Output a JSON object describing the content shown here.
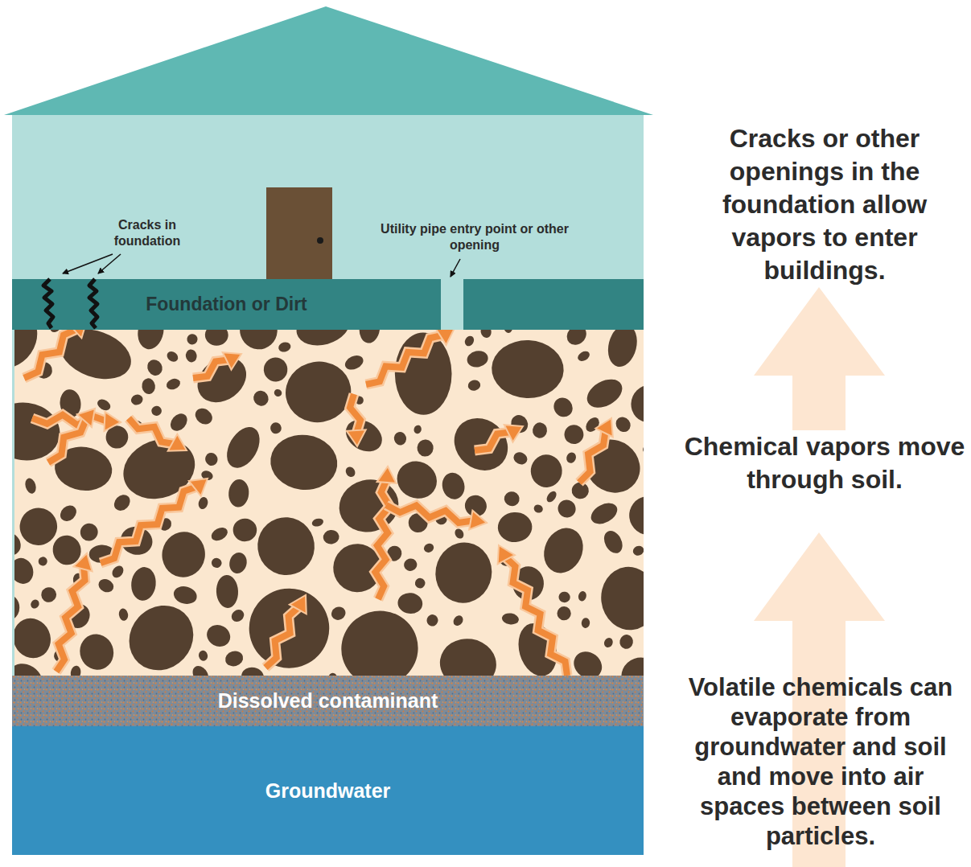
{
  "diagram": {
    "nodes": [
      {
        "text": [
          "Foundation or Dirt"
        ]
      },
      {
        "text": [
          "Dissolved contaminant"
        ]
      },
      {
        "text": [
          "Groundwater"
        ]
      }
    ],
    "labels": [
      "Cracks in foundation",
      "Utility pipe entry point or other opening",
      "Cracks or other openings in the foundation allow vapors to enter buildings.",
      "Chemical vapors move through soil.",
      "Volatile chemicals can evaporate from groundwater and soil and move into air spaces between soil particles."
    ]
  }
}
